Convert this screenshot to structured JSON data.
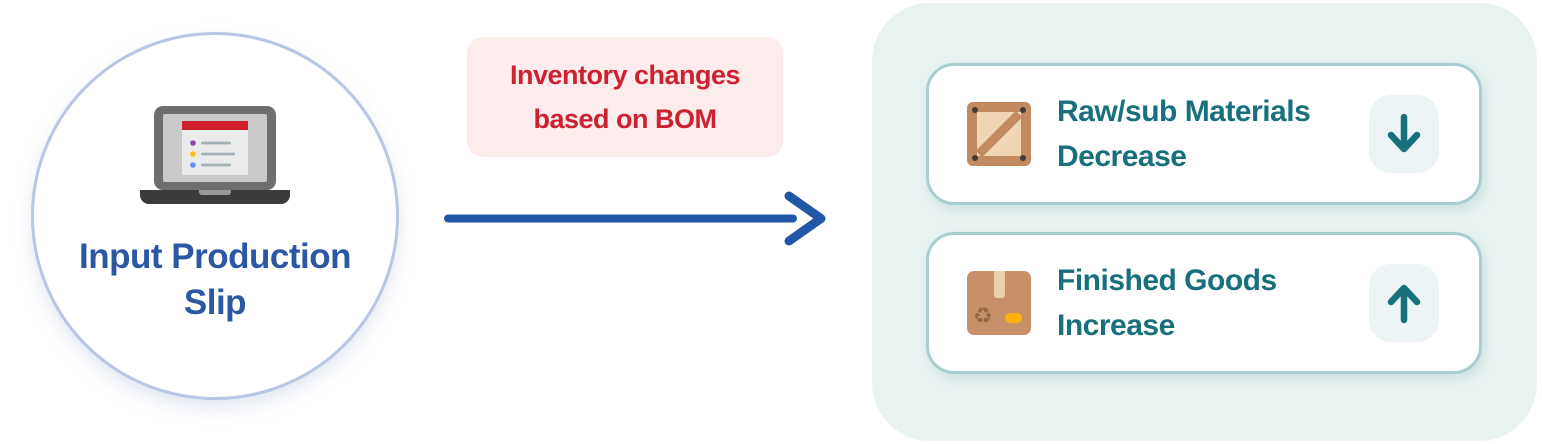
{
  "source": {
    "label_line1": "Input Production",
    "label_line2": "Slip",
    "icon": "laptop-icon"
  },
  "transition": {
    "label_line1": "Inventory changes",
    "label_line2": "based on BOM",
    "arrow_icon": "right-arrow-icon"
  },
  "results": [
    {
      "label_line1": "Raw/sub Materials",
      "label_line2": "Decrease",
      "icon": "crate-icon",
      "direction": "down",
      "direction_glyph": "↓"
    },
    {
      "label_line1": "Finished Goods",
      "label_line2": "Increase",
      "icon": "box-icon",
      "direction": "up",
      "direction_glyph": "↑"
    }
  ],
  "colors": {
    "title_blue": "#2b57a3",
    "arrow_blue": "#2257a8",
    "label_red": "#cc212f",
    "label_pink_bg": "#fdecec",
    "result_teal": "#18707c",
    "card_border_teal": "#a8ced2",
    "panel_bg_teal": "#e8f2f1",
    "badge_bg": "#ecf4f6",
    "circle_border": "#b7c6e2"
  }
}
